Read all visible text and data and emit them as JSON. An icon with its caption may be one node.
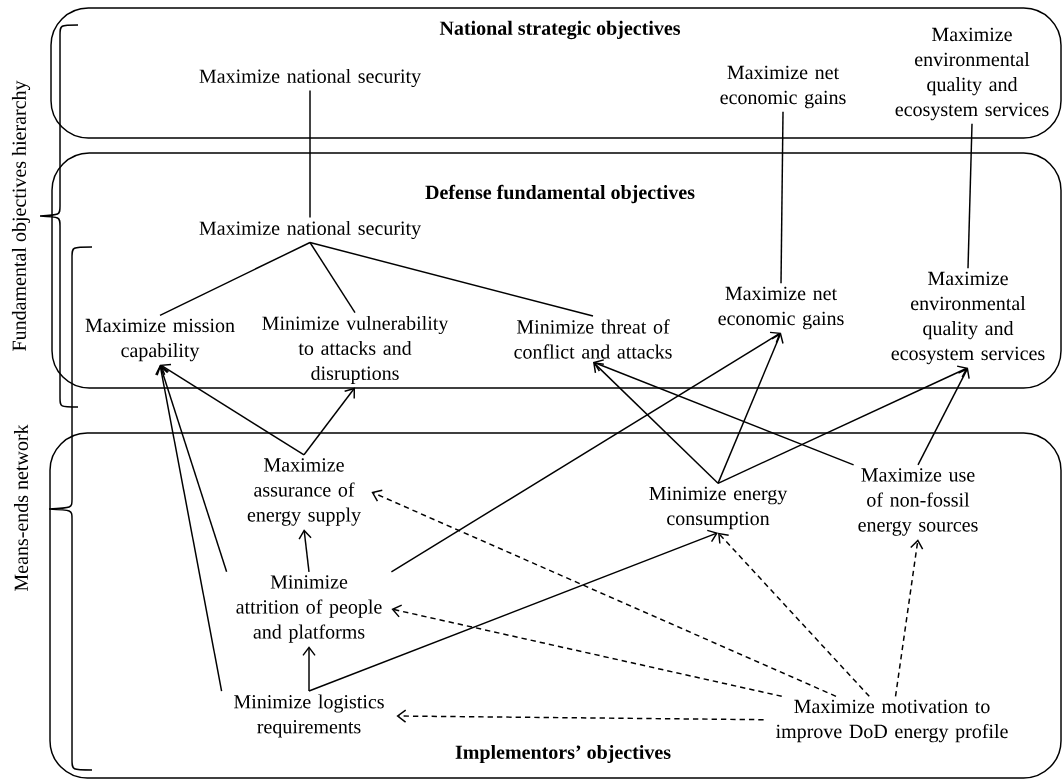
{
  "diagram": {
    "nodes": [
      {
        "text": [
          "National strategic objectives"
        ]
      },
      {
        "text": [
          "Maximize national security"
        ],
        "in": 0
      },
      {
        "text": [
          "Maximize net economic gains"
        ],
        "in": 0
      },
      {
        "text": [
          "Maximize environmental quality and ecosystem services"
        ],
        "in": 0
      },
      {
        "text": [
          "Defense fundamental objectives"
        ]
      },
      {
        "text": [
          "Maximize national security"
        ],
        "in": 4
      },
      {
        "text": [
          "Maximize mission capability"
        ],
        "in": 4
      },
      {
        "text": [
          "Minimize vulnerability to attacks and disruptions"
        ],
        "in": 4
      },
      {
        "text": [
          "Minimize threat of conflict and attacks"
        ],
        "in": 4
      },
      {
        "text": [
          "Maximize net economic gains"
        ],
        "in": 4
      },
      {
        "text": [
          "Maximize environmental quality and ecosystem services"
        ],
        "in": 4
      },
      {
        "text": [
          "Implementors’ objectives"
        ]
      },
      {
        "text": [
          "Maximize assurance of energy supply"
        ],
        "in": 11
      },
      {
        "text": [
          "Minimize energy consumption"
        ],
        "in": 11
      },
      {
        "text": [
          "Maximize use of non-fossil energy sources"
        ],
        "in": 11
      },
      {
        "text": [
          "Minimize attrition of people and platforms"
        ],
        "in": 11
      },
      {
        "text": [
          "Minimize logistics requirements"
        ],
        "in": 11
      },
      {
        "text": [
          "Maximize motivation to improve DoD energy profile"
        ],
        "in": 11
      }
    ],
    "edges": [
      {
        "from": 1,
        "to": 5,
        "arrow": "none"
      },
      {
        "from": 2,
        "to": 9,
        "arrow": "none"
      },
      {
        "from": 3,
        "to": 10,
        "arrow": "none"
      },
      {
        "from": 5,
        "to": 6,
        "arrow": "none"
      },
      {
        "from": 5,
        "to": 7,
        "arrow": "none"
      },
      {
        "from": 5,
        "to": 8,
        "arrow": "none"
      },
      {
        "from": 12,
        "to": 6,
        "arrow": "to"
      },
      {
        "from": 12,
        "to": 7,
        "arrow": "to"
      },
      {
        "from": 15,
        "to": 6,
        "arrow": "to"
      },
      {
        "from": 15,
        "to": 12,
        "arrow": "to"
      },
      {
        "from": 15,
        "to": 9,
        "arrow": "to"
      },
      {
        "from": 16,
        "to": 6,
        "arrow": "to"
      },
      {
        "from": 16,
        "to": 15,
        "arrow": "to"
      },
      {
        "from": 16,
        "to": 13,
        "arrow": "to"
      },
      {
        "from": 13,
        "to": 8,
        "arrow": "to"
      },
      {
        "from": 13,
        "to": 9,
        "arrow": "to"
      },
      {
        "from": 13,
        "to": 10,
        "arrow": "to"
      },
      {
        "from": 14,
        "to": 8,
        "arrow": "to"
      },
      {
        "from": 14,
        "to": 10,
        "arrow": "to"
      },
      {
        "from": 17,
        "to": 12,
        "arrow": "to",
        "style": "dashed"
      },
      {
        "from": 17,
        "to": 15,
        "arrow": "to",
        "style": "dashed"
      },
      {
        "from": 17,
        "to": 16,
        "arrow": "to",
        "style": "dashed"
      },
      {
        "from": 17,
        "to": 13,
        "arrow": "to",
        "style": "dashed"
      },
      {
        "from": 17,
        "to": 14,
        "arrow": "to",
        "style": "dashed"
      }
    ],
    "labels": [
      "Fundamental objectives hierarchy",
      "Means-ends network"
    ]
  }
}
